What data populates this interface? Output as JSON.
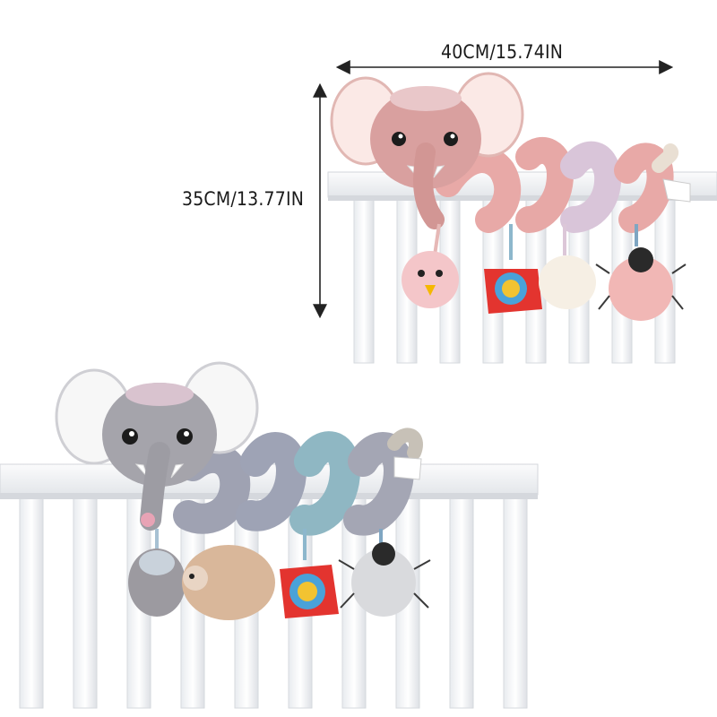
{
  "dimensions": {
    "width_label": "40CM/15.74IN",
    "height_label": "35CM/13.77IN"
  },
  "products": [
    {
      "variant": "pink-elephant-spiral-toy",
      "color": "#d9a3a3"
    },
    {
      "variant": "gray-elephant-spiral-toy",
      "color": "#9a9aa3"
    }
  ],
  "colors": {
    "background": "#ffffff",
    "crib_rail": "#f2f3f5",
    "crib_shadow": "#d8dbe0",
    "arrow": "#222222"
  }
}
